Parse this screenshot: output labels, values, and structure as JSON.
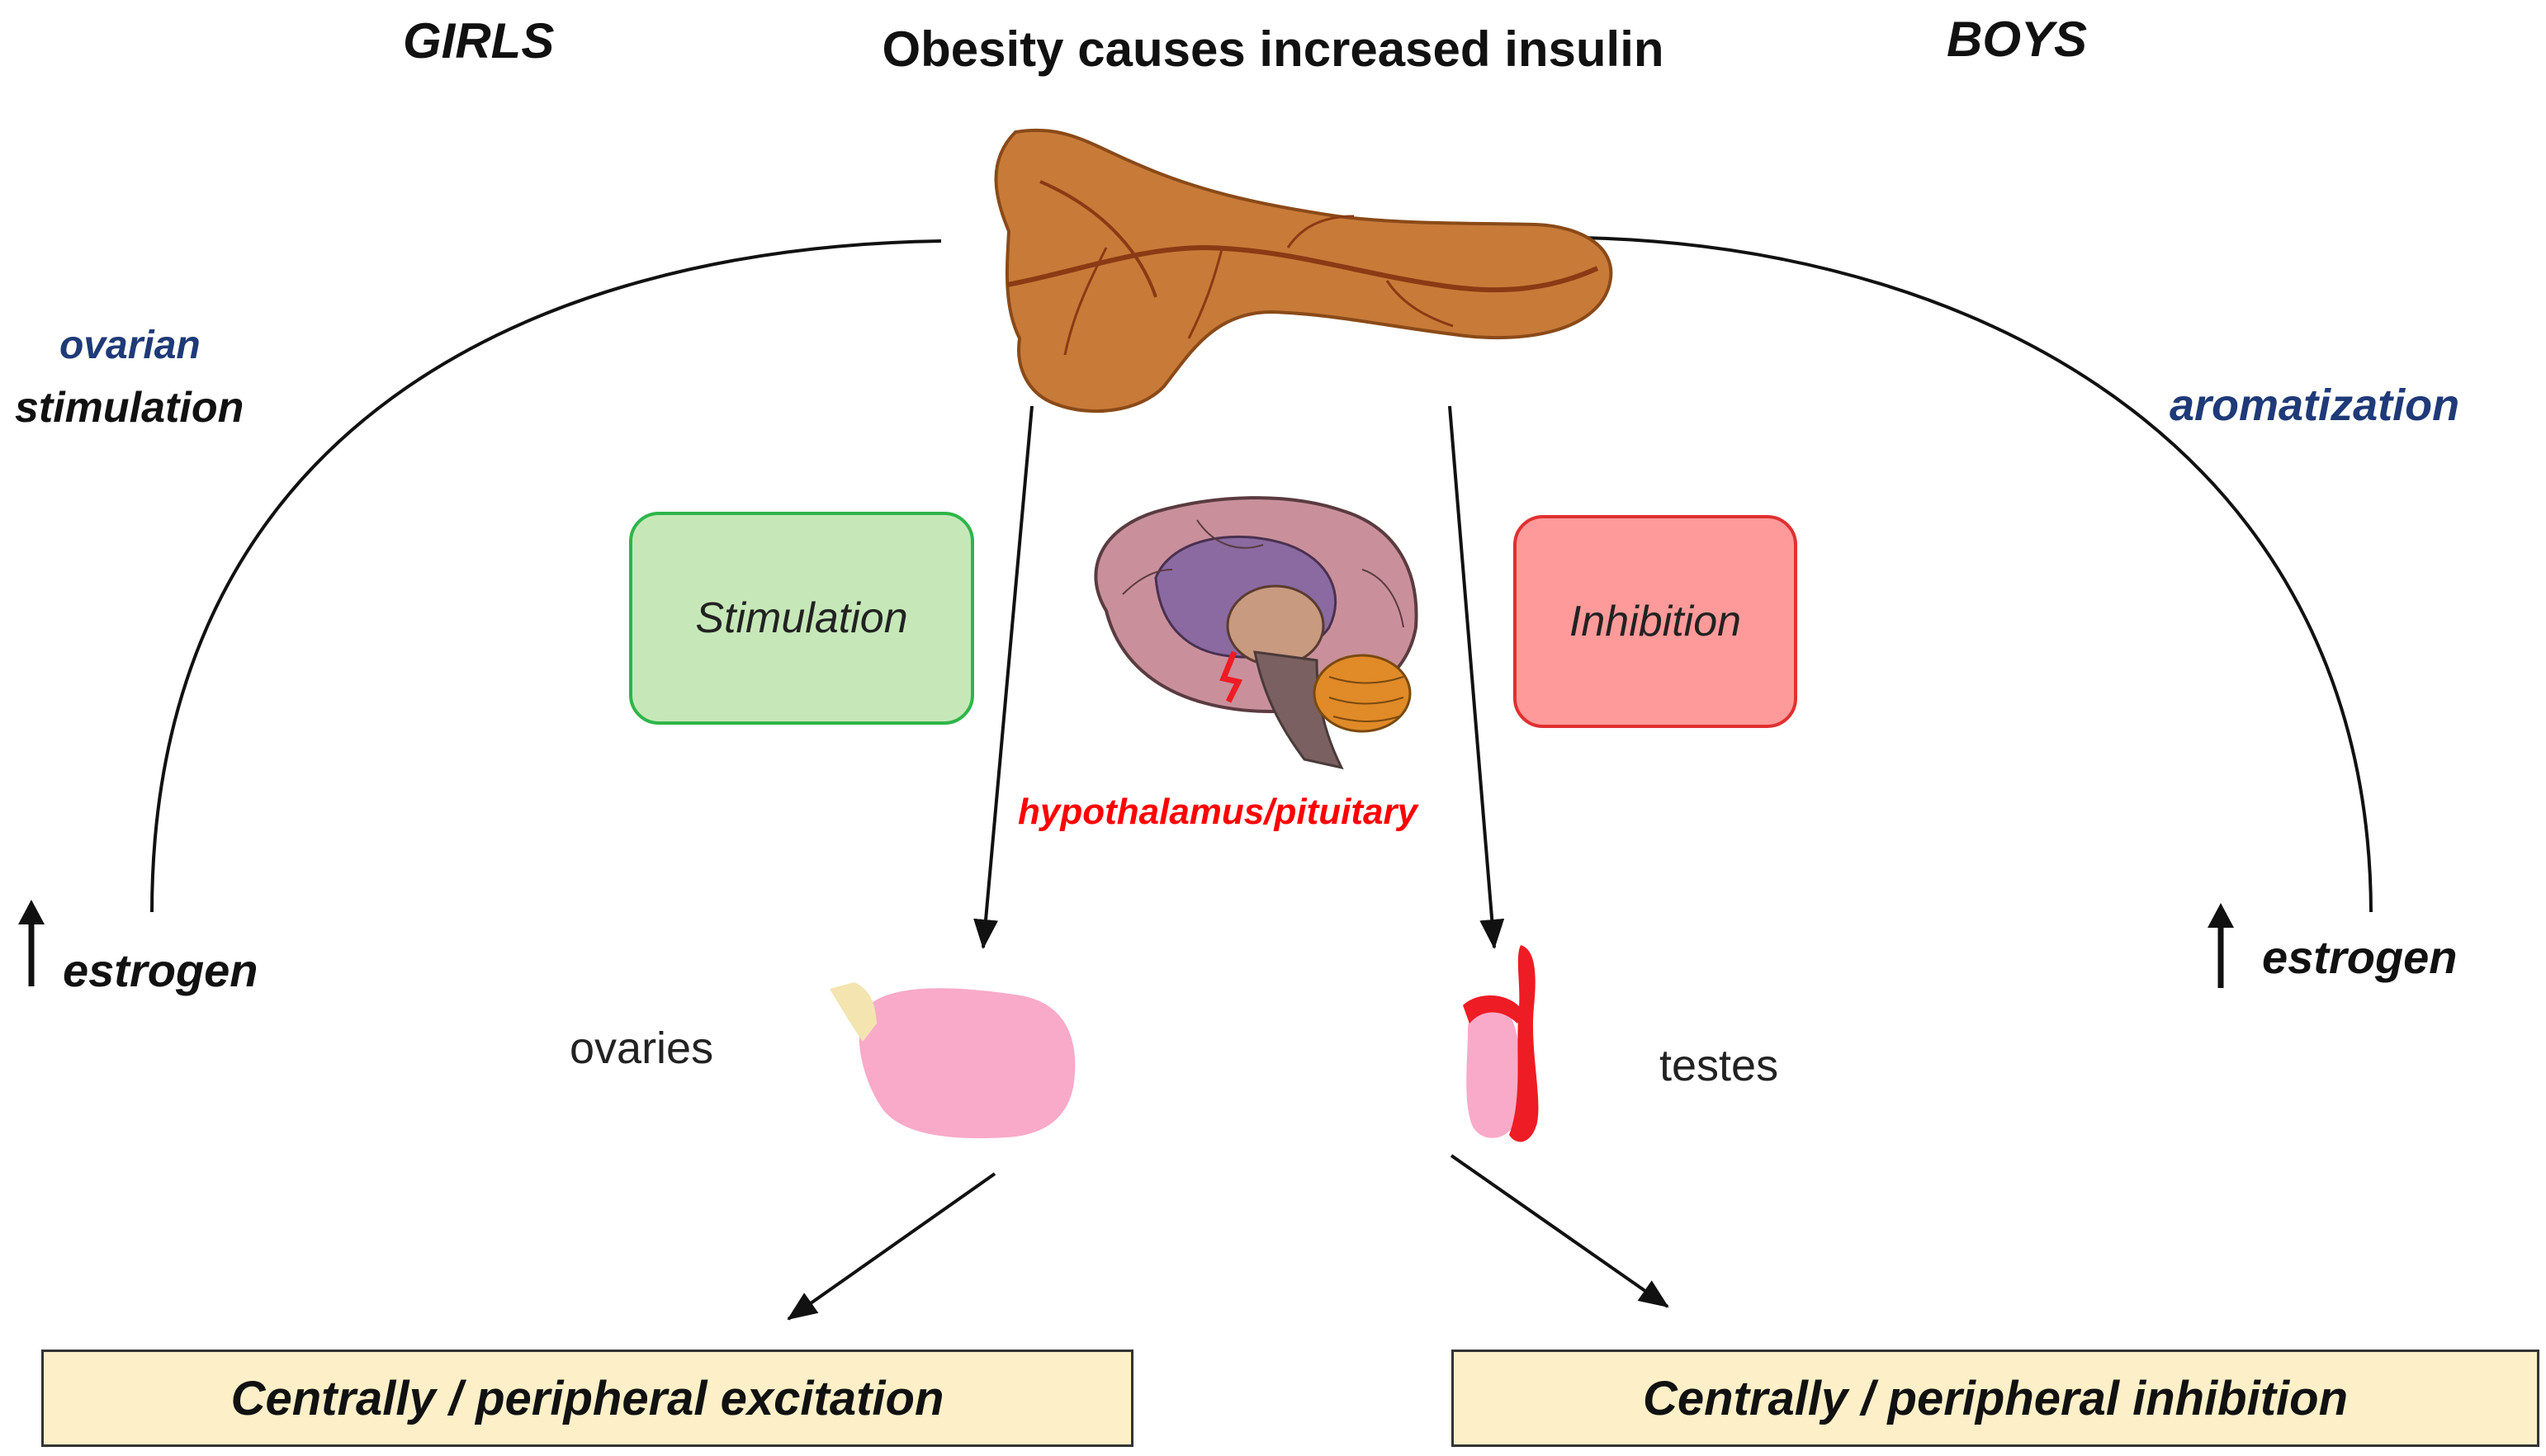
{
  "title": "Obesity causes increased insulin",
  "left": {
    "heading": "GIRLS",
    "mechanism_line1": "ovarian",
    "mechanism_line2": "stimulation",
    "estrogen": "estrogen",
    "effect_box": "Stimulation",
    "organ_label": "ovaries",
    "result": "Centrally / peripheral excitation"
  },
  "right": {
    "heading": "BOYS",
    "mechanism": "aromatization",
    "estrogen": "estrogen",
    "effect_box": "Inhibition",
    "organ_label": "testes",
    "result": "Centrally / peripheral inhibition"
  },
  "brain_label": "hypothalamus/pituitary",
  "colors": {
    "stimulation_fill": "#c6e8b8",
    "stimulation_border": "#2fb54a",
    "inhibition_fill": "#ff9a9a",
    "inhibition_border": "#e03030",
    "result_fill": "#fdf0c8",
    "pancreas": "#c87a38",
    "ovary": "#f9aac9",
    "testis_epididymis": "#ee1c24",
    "brain_cortex": "#c9909b",
    "cerebellum": "#e08a28",
    "label_red": "#ff0000",
    "label_navy": "#1f3a78"
  },
  "icons": [
    "pancreas-illustration",
    "brain-illustration",
    "ovary-illustration",
    "testis-illustration",
    "up-arrow-icon"
  ]
}
